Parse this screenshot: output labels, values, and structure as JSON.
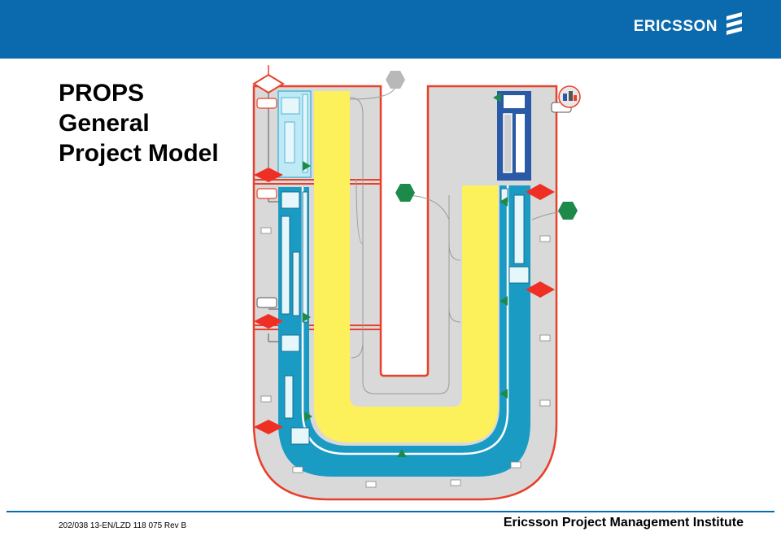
{
  "header": {
    "brand": "ERICSSON",
    "brand_color": "#0b6aae",
    "brand_icon": "ericsson-logo-icon"
  },
  "title": {
    "line1": "PROPS",
    "line2": "General",
    "line3": "Project Model"
  },
  "diagram": {
    "colors": {
      "outer_track": "#d9d9d9",
      "outline": "#e8402a",
      "blue_track": "#1a9bc4",
      "yellow_core": "#fcf15b",
      "decision": "#ef2f24",
      "milestone_green": "#1e8a4a",
      "dark_blue_box": "#2a5aa6",
      "gray_hexagon": "#b8b8b8"
    }
  },
  "footer": {
    "doc_number": "202/038 13-EN/LZD 118 075 Rev B",
    "institute": "Ericsson Project Management Institute"
  }
}
